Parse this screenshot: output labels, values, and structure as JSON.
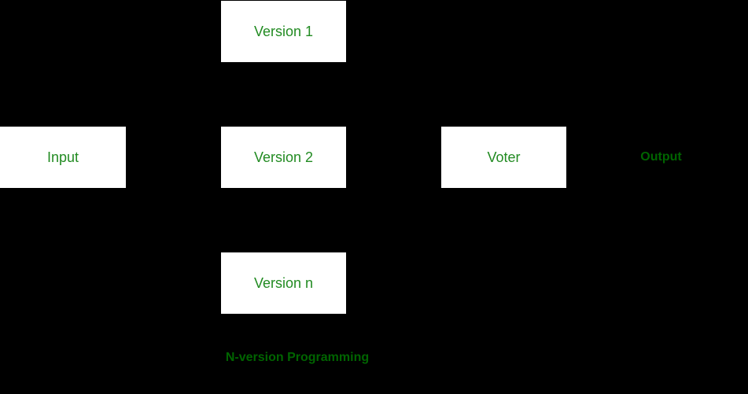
{
  "diagram": {
    "caption": "N-version Programming",
    "nodes": {
      "input": {
        "label": "Input"
      },
      "version1": {
        "label": "Version 1"
      },
      "version2": {
        "label": "Version 2"
      },
      "versionN": {
        "label": "Version n"
      },
      "voter": {
        "label": "Voter"
      },
      "output": {
        "label": "Output"
      }
    },
    "colors": {
      "background": "#000000",
      "box_fill": "#FFFFFF",
      "box_label_green": "#228B22",
      "bold_label_green": "#006400"
    }
  }
}
